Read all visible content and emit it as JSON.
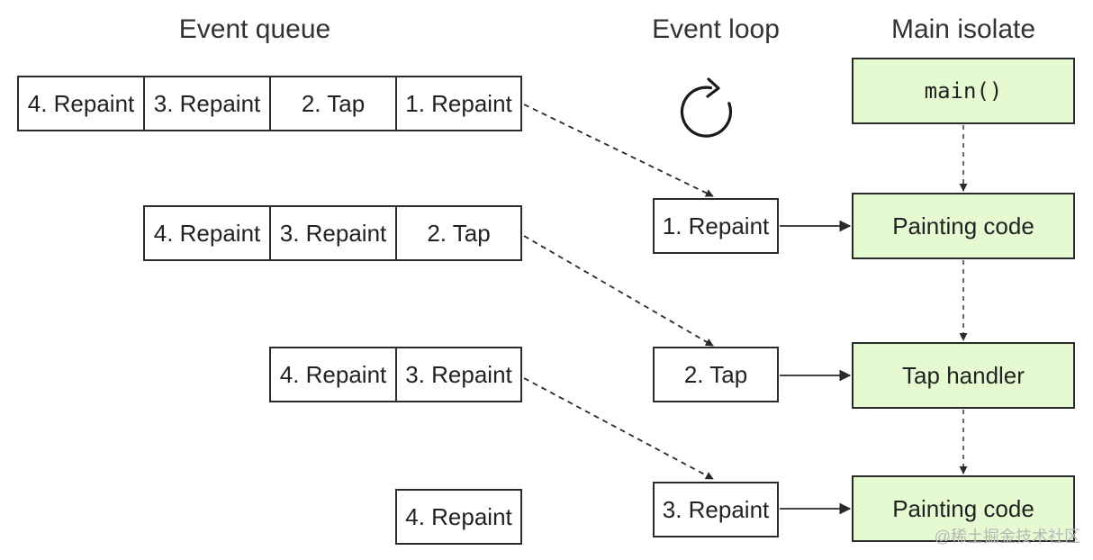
{
  "headers": {
    "event_queue": "Event queue",
    "event_loop": "Event loop",
    "main_isolate": "Main isolate"
  },
  "queue_rows": [
    [
      "4. Repaint",
      "3. Repaint",
      "2. Tap",
      "1. Repaint"
    ],
    [
      "4. Repaint",
      "3. Repaint",
      "2. Tap"
    ],
    [
      "4. Repaint",
      "3. Repaint"
    ],
    [
      "4. Repaint"
    ]
  ],
  "loop_events": [
    "1. Repaint",
    "2. Tap",
    "3. Repaint"
  ],
  "isolate": {
    "main": "main()",
    "steps": [
      "Painting code",
      "Tap handler",
      "Painting code"
    ]
  },
  "loop_icon": "refresh-cycle-icon",
  "colors": {
    "isolate_fill": "#e6fad2",
    "border": "#2a2a2a"
  },
  "watermark": "@稀土掘金技术社区"
}
